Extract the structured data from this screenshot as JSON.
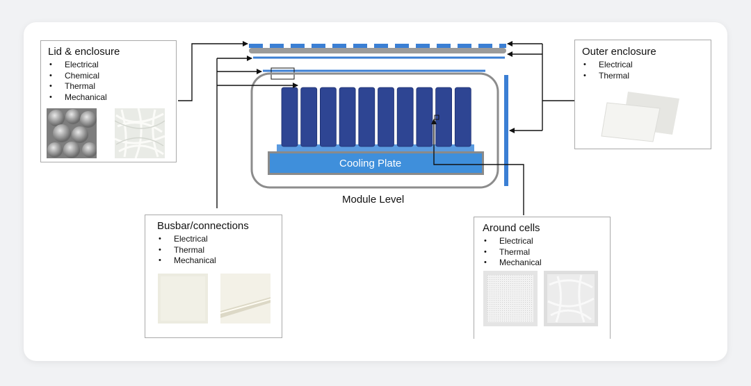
{
  "diagram": {
    "module_label": "Module Level",
    "cooling_plate_label": "Cooling Plate",
    "cell_count": 10,
    "colors": {
      "cell": "#2e4593",
      "cooling_plate": "#3f8fdb",
      "lid": "#3b7fd4",
      "gray_plate": "#9b9b9b",
      "outline": "#8c8c8c"
    }
  },
  "boxes": {
    "lid_enclosure": {
      "title": "Lid & enclosure",
      "items": [
        "Electrical",
        "Chemical",
        "Thermal",
        "Mechanical"
      ],
      "samples": [
        "foam-sample-image",
        "fiber-sample-image"
      ]
    },
    "outer_enclosure": {
      "title": "Outer enclosure",
      "items": [
        "Electrical",
        "Thermal"
      ],
      "samples": [
        "paper-sheets-sample-image"
      ]
    },
    "busbar_connections": {
      "title": "Busbar/connections",
      "items": [
        "Electrical",
        "Thermal",
        "Mechanical"
      ],
      "samples": [
        "paper-sample-image",
        "layered-sheet-sample-image"
      ]
    },
    "around_cells": {
      "title": "Around cells",
      "items": [
        "Electrical",
        "Thermal",
        "Mechanical"
      ],
      "samples": [
        "mesh-pad-sample-image",
        "fiber-pad-sample-image"
      ]
    }
  }
}
